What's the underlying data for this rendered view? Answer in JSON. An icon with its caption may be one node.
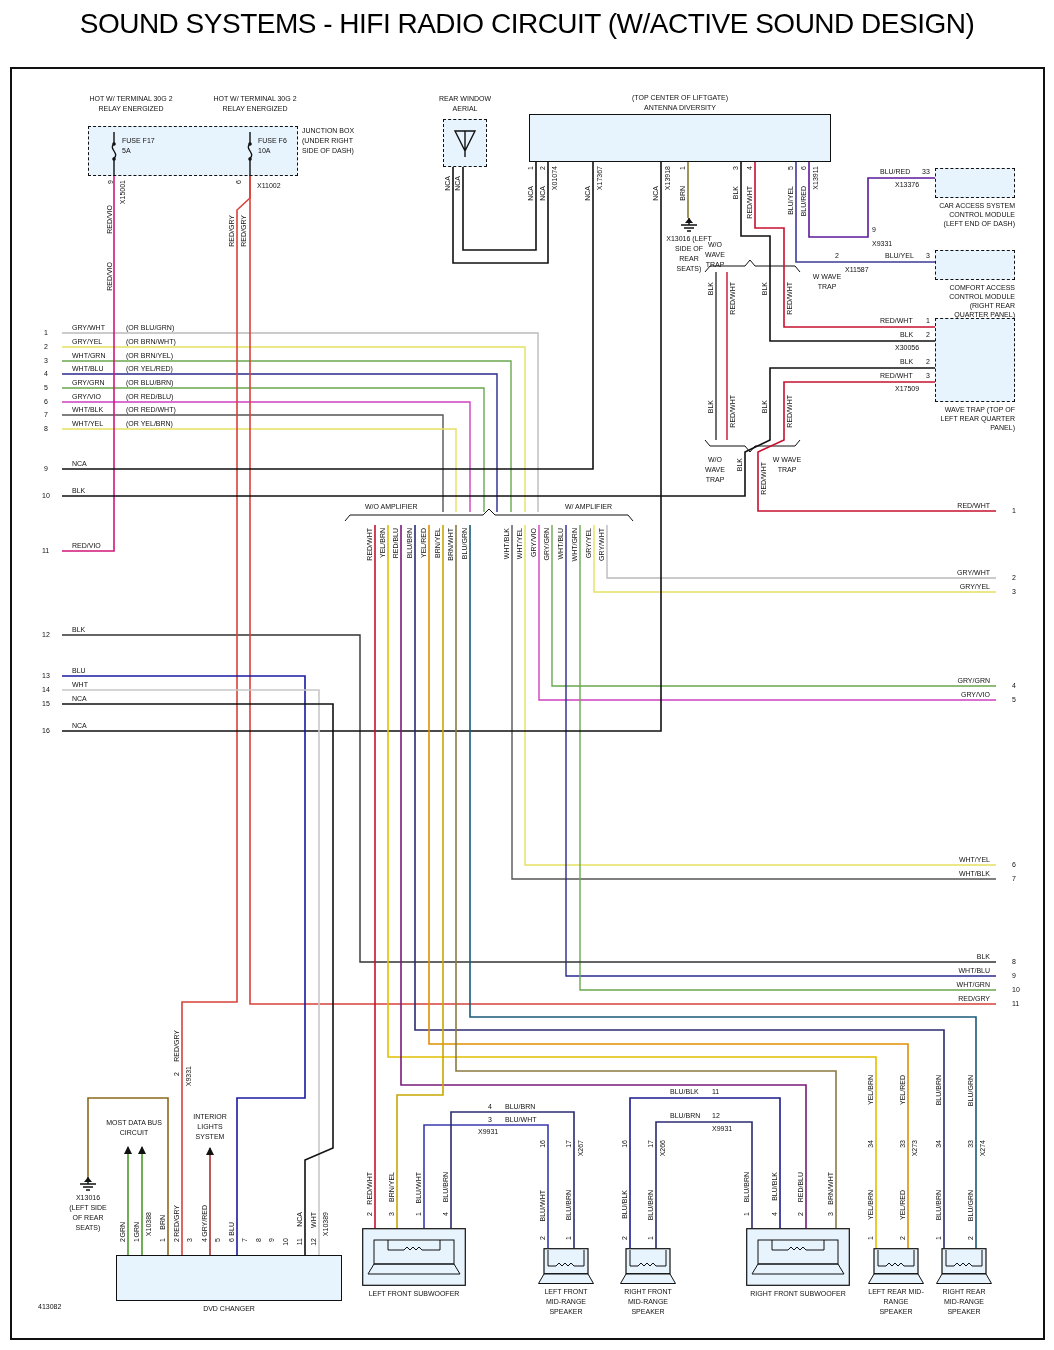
{
  "diagram": {
    "title": "SOUND SYSTEMS - HIFI RADIO CIRCUIT (W/ACTIVE SOUND DESIGN)",
    "nodes": [
      {
        "text": [
          "JUNCTION BOX (UNDER RIGHT SIDE OF DASH)"
        ]
      },
      {
        "text": [
          "FUSE F17 5A"
        ],
        "in": 0,
        "beside": [
          "HOT W/ TERMINAL 30G 2 RELAY ENERGIZED"
        ]
      },
      {
        "text": [
          "FUSE F6 10A"
        ],
        "in": 0,
        "beside": [
          "HOT W/ TERMINAL 30G 2 RELAY ENERGIZED"
        ]
      },
      {
        "text": [
          "REAR WINDOW AERIAL"
        ]
      },
      {
        "text": [
          "(TOP CENTER OF LIFTGATE) ANTENNA DIVERSITY"
        ]
      },
      {
        "text": [
          "X13016 (LEFT SIDE OF REAR SEATS)"
        ]
      },
      {
        "text": [
          "CAR ACCESS SYSTEM CONTROL MODULE (LEFT END OF DASH)"
        ]
      },
      {
        "text": [
          "COMFORT ACCESS CONTROL MODULE (RIGHT REAR QUARTER PANEL)"
        ]
      },
      {
        "text": [
          "WAVE TRAP (TOP OF LEFT REAR QUARTER PANEL)"
        ]
      },
      {
        "text": [
          "DVD CHANGER"
        ]
      },
      {
        "text": [
          "X13016 (LEFT SIDE OF REAR SEATS)"
        ]
      },
      {
        "text": [
          "MOST DATA BUS CIRCUIT"
        ]
      },
      {
        "text": [
          "INTERIOR LIGHTS SYSTEM"
        ]
      },
      {
        "text": [
          "LEFT FRONT SUBWOOFER"
        ]
      },
      {
        "text": [
          "LEFT FRONT MID-RANGE SPEAKER"
        ]
      },
      {
        "text": [
          "RIGHT FRONT MID-RANGE SPEAKER"
        ]
      },
      {
        "text": [
          "RIGHT FRONT SUBWOOFER"
        ]
      },
      {
        "text": [
          "LEFT REAR MID-RANGE SPEAKER"
        ]
      },
      {
        "text": [
          "RIGHT REAR MID-RANGE SPEAKER"
        ]
      }
    ],
    "edges": [
      {
        "from": 1,
        "to": null,
        "arrow": "none",
        "label": "RED/VIO",
        "color": "#d4167a"
      },
      {
        "from": 2,
        "to": 9,
        "arrow": "none",
        "label": "RED/GRY",
        "color": "#d9413a"
      },
      {
        "from": 2,
        "to": null,
        "arrow": "none",
        "label": "RED/GRY",
        "color": "#d9413a"
      },
      {
        "from": 3,
        "to": 4,
        "arrow": "none",
        "label": "NCA"
      },
      {
        "from": 3,
        "to": 4,
        "arrow": "none",
        "label": "NCA"
      },
      {
        "from": 4,
        "to": null,
        "arrow": "none",
        "label": "NCA"
      },
      {
        "from": 4,
        "to": null,
        "arrow": "none",
        "label": "NCA"
      },
      {
        "from": 4,
        "to": 5,
        "arrow": "none",
        "label": "BRN",
        "color": "#8b7a2b"
      },
      {
        "from": 4,
        "to": 8,
        "arrow": "none",
        "label": "BLK"
      },
      {
        "from": 4,
        "to": 8,
        "arrow": "none",
        "label": "RED/WHT",
        "color": "#c8102e"
      },
      {
        "from": 8,
        "to": null,
        "arrow": "none",
        "label": "BLK"
      },
      {
        "from": 8,
        "to": null,
        "arrow": "none",
        "label": "RED/WHT",
        "color": "#c8102e"
      },
      {
        "from": 4,
        "to": 6,
        "arrow": "none",
        "label": "BLU/RED",
        "color": "#5b1a9a"
      },
      {
        "from": 4,
        "to": 7,
        "arrow": "none",
        "label": "BLU/YEL",
        "color": "#3b3b9a"
      },
      {
        "from": 9,
        "to": 10,
        "arrow": "none",
        "label": "BRN",
        "color": "#8b6a1b"
      },
      {
        "from": 9,
        "to": 11,
        "arrow": "to",
        "label": "GRN",
        "color": "#4a9a2a"
      },
      {
        "from": 9,
        "to": 11,
        "arrow": "to",
        "label": "GRN",
        "color": "#4a9a2a"
      },
      {
        "from": 9,
        "to": 12,
        "arrow": "to",
        "label": "GRY/RED",
        "color": "#b03030"
      },
      {
        "from": 9,
        "to": null,
        "arrow": "none",
        "label": "BLU",
        "color": "#1a1aa0"
      },
      {
        "from": 9,
        "to": null,
        "arrow": "none",
        "label": "WHT",
        "color": "#c8c8c8"
      },
      {
        "from": 9,
        "to": null,
        "arrow": "none",
        "label": "NCA"
      },
      {
        "from": null,
        "to": 13,
        "arrow": "none",
        "label": "RED/WHT",
        "color": "#c8102e"
      },
      {
        "from": null,
        "to": 17,
        "arrow": "none",
        "label": "YEL/BRN",
        "color": "#e0c000"
      },
      {
        "from": null,
        "to": 16,
        "arrow": "none",
        "label": "RED/BLU",
        "color": "#7a1a7a"
      },
      {
        "from": null,
        "to": 18,
        "arrow": "none",
        "label": "BLU/BRN",
        "color": "#2b2b70"
      },
      {
        "from": null,
        "to": 17,
        "arrow": "none",
        "label": "YEL/RED",
        "color": "#e09000"
      },
      {
        "from": null,
        "to": 13,
        "arrow": "none",
        "label": "BRN/YEL",
        "color": "#c8a800"
      },
      {
        "from": null,
        "to": 16,
        "arrow": "none",
        "label": "BRN/WHT",
        "color": "#8a7a40"
      },
      {
        "from": null,
        "to": 18,
        "arrow": "none",
        "label": "BLU/GRN",
        "color": "#1a5a7a"
      },
      {
        "from": 13,
        "to": 14,
        "arrow": "none",
        "label": "BLU/WHT",
        "color": "#3a3ab0"
      },
      {
        "from": 13,
        "to": 14,
        "arrow": "none",
        "label": "BLU/BRN",
        "color": "#2b2b70"
      },
      {
        "from": 16,
        "to": 15,
        "arrow": "none",
        "label": "BLU/BRN",
        "color": "#2b2b70"
      },
      {
        "from": 16,
        "to": 15,
        "arrow": "none",
        "label": "BLU/BLK",
        "color": "#1a1a90"
      }
    ],
    "labels": [
      "9",
      "X15001",
      "RED/VIO",
      "RED/VIO",
      "6",
      "X11002",
      "RED/GRY",
      "1",
      "2",
      "X01074",
      "NCA",
      "NCA",
      "NCA",
      "X17367",
      "NCA",
      "X13918",
      "1",
      "3",
      "BLK",
      "4",
      "RED/WHT",
      "5",
      "BLU/YEL",
      "6",
      "BLU/RED",
      "X13911",
      "W/O WAVE TRAP",
      "W WAVE TRAP",
      "BLK",
      "RED/WHT",
      "BLK",
      "RED/WHT",
      "9",
      "X9331",
      "2",
      "X11587",
      "33",
      "X13376",
      "3",
      "1",
      "2",
      "X30056",
      "BLK",
      "2",
      "RED/WHT",
      "3",
      "X17509",
      "BLK",
      "RED/WHT",
      "BLK",
      "RED/WHT",
      "W/O WAVE TRAP",
      "RED/WHT",
      "W WAVE TRAP",
      "1",
      "GRY/WHT",
      "(OR BLU/GRN)",
      "2",
      "GRY/YEL",
      "(OR BRN/WHT)",
      "3",
      "WHT/GRN",
      "(OR BRN/YEL)",
      "4",
      "WHT/BLU",
      "(OR YEL/RED)",
      "5",
      "GRY/GRN",
      "(OR BLU/BRN)",
      "6",
      "GRY/VIO",
      "(OR RED/BLU)",
      "7",
      "WHT/BLK",
      "(OR RED/WHT)",
      "8",
      "WHT/YEL",
      "(OR YEL/BRN)",
      "9",
      "10",
      "BLK",
      "11",
      "12",
      "BLK",
      "13",
      "14",
      "15",
      "16",
      "W/O AMPLIFIER",
      "W/ AMPLIFIER",
      "WHT/BLK",
      "WHT/YEL",
      "GRY/VIO",
      "GRY/GRN",
      "WHT/BLU",
      "WHT/GRN",
      "GRY/YEL",
      "GRY/WHT",
      "1",
      "GRY/WHT",
      "2",
      "GRY/YEL",
      "3",
      "GRY/GRN",
      "4",
      "GRY/VIO",
      "5",
      "WHT/YEL",
      "6",
      "WHT/BLK",
      "7",
      "BLK",
      "8",
      "WHT/BLU",
      "9",
      "WHT/GRN",
      "10",
      "11",
      "RED/GRY",
      "2",
      "X9331",
      "X10388",
      "RED/GRY",
      "2",
      "1",
      "1",
      "2",
      "3",
      "4",
      "5",
      "6",
      "7",
      "8",
      "9",
      "10",
      "11",
      "12",
      "X10389",
      "RED/WHT",
      "BRN/YEL",
      "BLU/WHT",
      "BLU/BRN",
      "2",
      "3",
      "1",
      "4",
      "4",
      "3",
      "X9931",
      "16",
      "17",
      "X267",
      "BLU/WHT",
      "BLU/BRN",
      "2",
      "1",
      "11",
      "12",
      "X9931",
      "16",
      "17",
      "X266",
      "BLU/BLK",
      "BLU/BRN",
      "2",
      "1",
      "BLU/BRN",
      "BLU/BLK",
      "RED/BLU",
      "BRN/WHT",
      "1",
      "4",
      "2",
      "3",
      "YEL/BRN",
      "YEL/RED",
      "34",
      "33",
      "X273",
      "YEL/BRN",
      "YEL/RED",
      "1",
      "2",
      "BLU/BRN",
      "BLU/GRN",
      "34",
      "33",
      "X274",
      "BLU/BRN",
      "BLU/GRN",
      "1",
      "2",
      "413082",
      "BLU",
      "NCA",
      "WHT"
    ]
  }
}
